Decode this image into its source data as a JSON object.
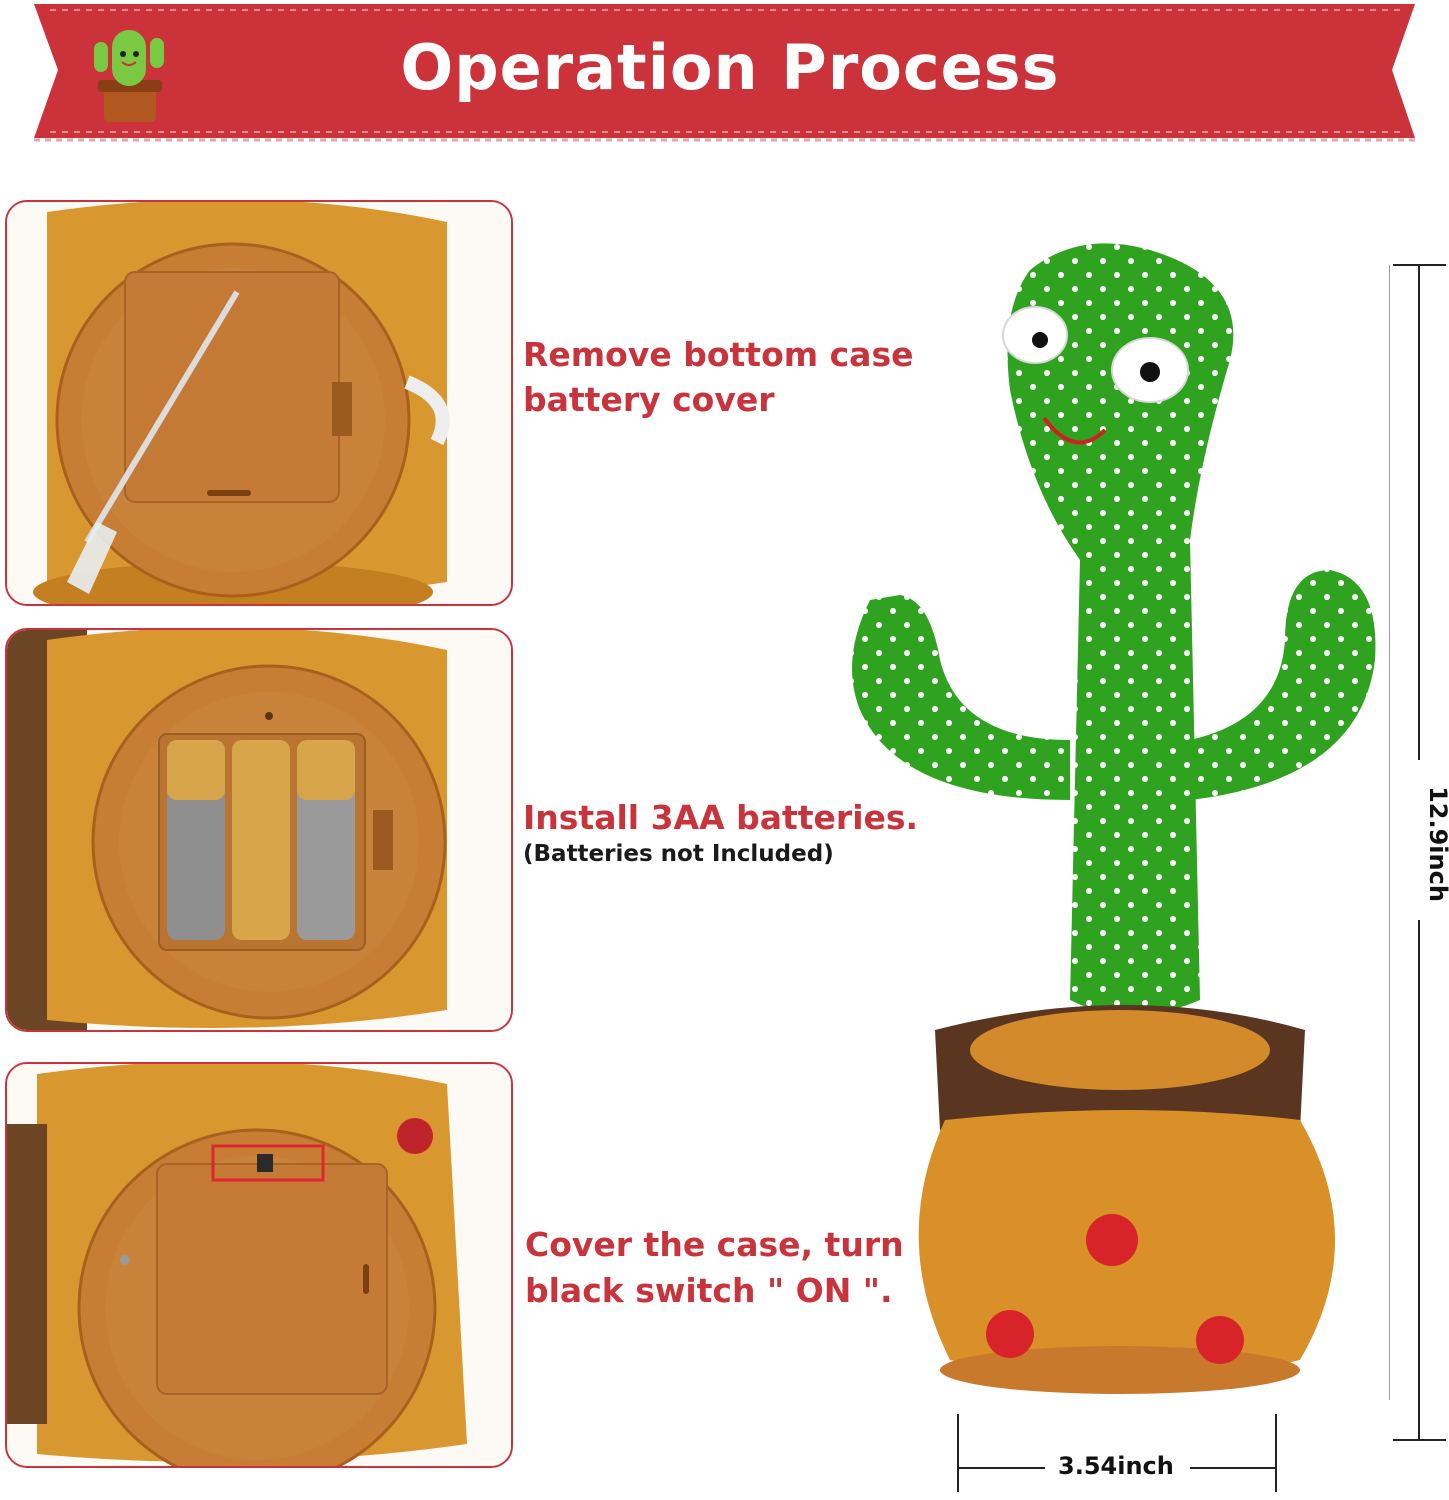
{
  "banner": {
    "title": "Operation Process"
  },
  "steps": [
    {
      "text_line1": "Remove bottom case",
      "text_line2": "battery cover"
    },
    {
      "text_line1": "Install 3AA batteries.",
      "note": "(Batteries not Included)"
    },
    {
      "text_line1": "Cover the case, turn",
      "text_line2": "black switch \" ON \"."
    }
  ],
  "dimensions": {
    "height": "12.9inch",
    "width": "3.54inch"
  },
  "colors": {
    "banner_red": "#cc3239",
    "text_red": "#c9333b",
    "frame_red": "#c9333b"
  }
}
